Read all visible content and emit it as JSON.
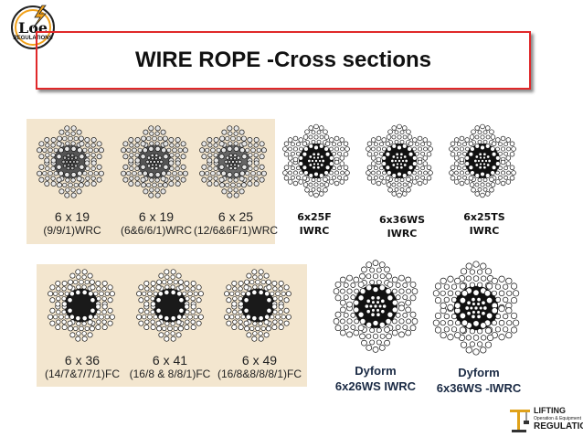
{
  "logo": {
    "text": "Loe",
    "subtext": "REGULATIONS"
  },
  "title": "WIRE ROPE -Cross sections",
  "top_left_ropes": [
    {
      "count": "6 x 19",
      "construction": "(9/9/1)WRC"
    },
    {
      "count": "6 x 19",
      "construction": "(6&6/6/1)WRC"
    },
    {
      "count": "6 x 25",
      "construction": "(12/6&6F/1)WRC"
    }
  ],
  "top_right_ropes": [
    {
      "line1": "6x25F",
      "line2": "IWRC"
    },
    {
      "line1": "6x36WS",
      "line2": "IWRC"
    },
    {
      "line1": "6x25TS",
      "line2": "IWRC"
    }
  ],
  "bottom_left_ropes": [
    {
      "count": "6 x 36",
      "construction": "(14/7&7/7/1)FC"
    },
    {
      "count": "6 x 41",
      "construction": "(16/8 & 8/8/1)FC"
    },
    {
      "count": "6 x 49",
      "construction": "(16/8&8/8/8/1)FC"
    }
  ],
  "bottom_right_ropes": [
    {
      "line1": "Dyform",
      "line2": "6x26WS IWRC"
    },
    {
      "line1": "Dyform",
      "line2": "6x36WS -IWRC"
    }
  ],
  "footer_logo": {
    "line1": "LIFTING",
    "line2": "Operation & Equipment",
    "line3": "REGULATIONS"
  },
  "colors": {
    "title_border": "#e0282a",
    "panel": "#f3e6cf",
    "label_blue": "#1a2a44"
  }
}
